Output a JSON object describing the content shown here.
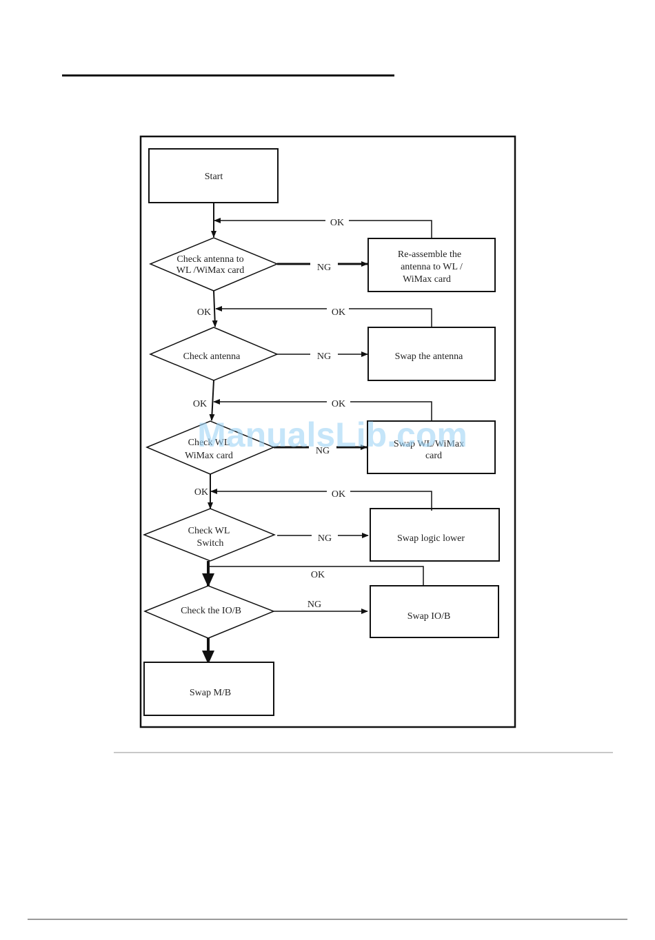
{
  "flowchart": {
    "start": "Start",
    "decisions": [
      {
        "lines": [
          "Check  antenna to",
          "WL /WiMax  card"
        ]
      },
      {
        "lines": [
          "Check antenna"
        ]
      },
      {
        "lines": [
          "Check WL",
          "WiMax card"
        ]
      },
      {
        "lines": [
          "Check WL",
          "Switch"
        ]
      },
      {
        "lines": [
          "Check the IO/B"
        ]
      }
    ],
    "actions": [
      {
        "lines": [
          "Re-assemble the",
          "antenna to WL /",
          "WiMax card"
        ]
      },
      {
        "lines": [
          "Swap the antenna"
        ]
      },
      {
        "lines": [
          "Swap WL/WiMax",
          "card"
        ]
      },
      {
        "lines": [
          "Swap logic lower"
        ]
      },
      {
        "lines": [
          "Swap IO/B"
        ]
      }
    ],
    "end": "Swap M/B",
    "ok_label": "OK",
    "ng_label": "NG"
  },
  "watermark": "ManualsLib.com"
}
